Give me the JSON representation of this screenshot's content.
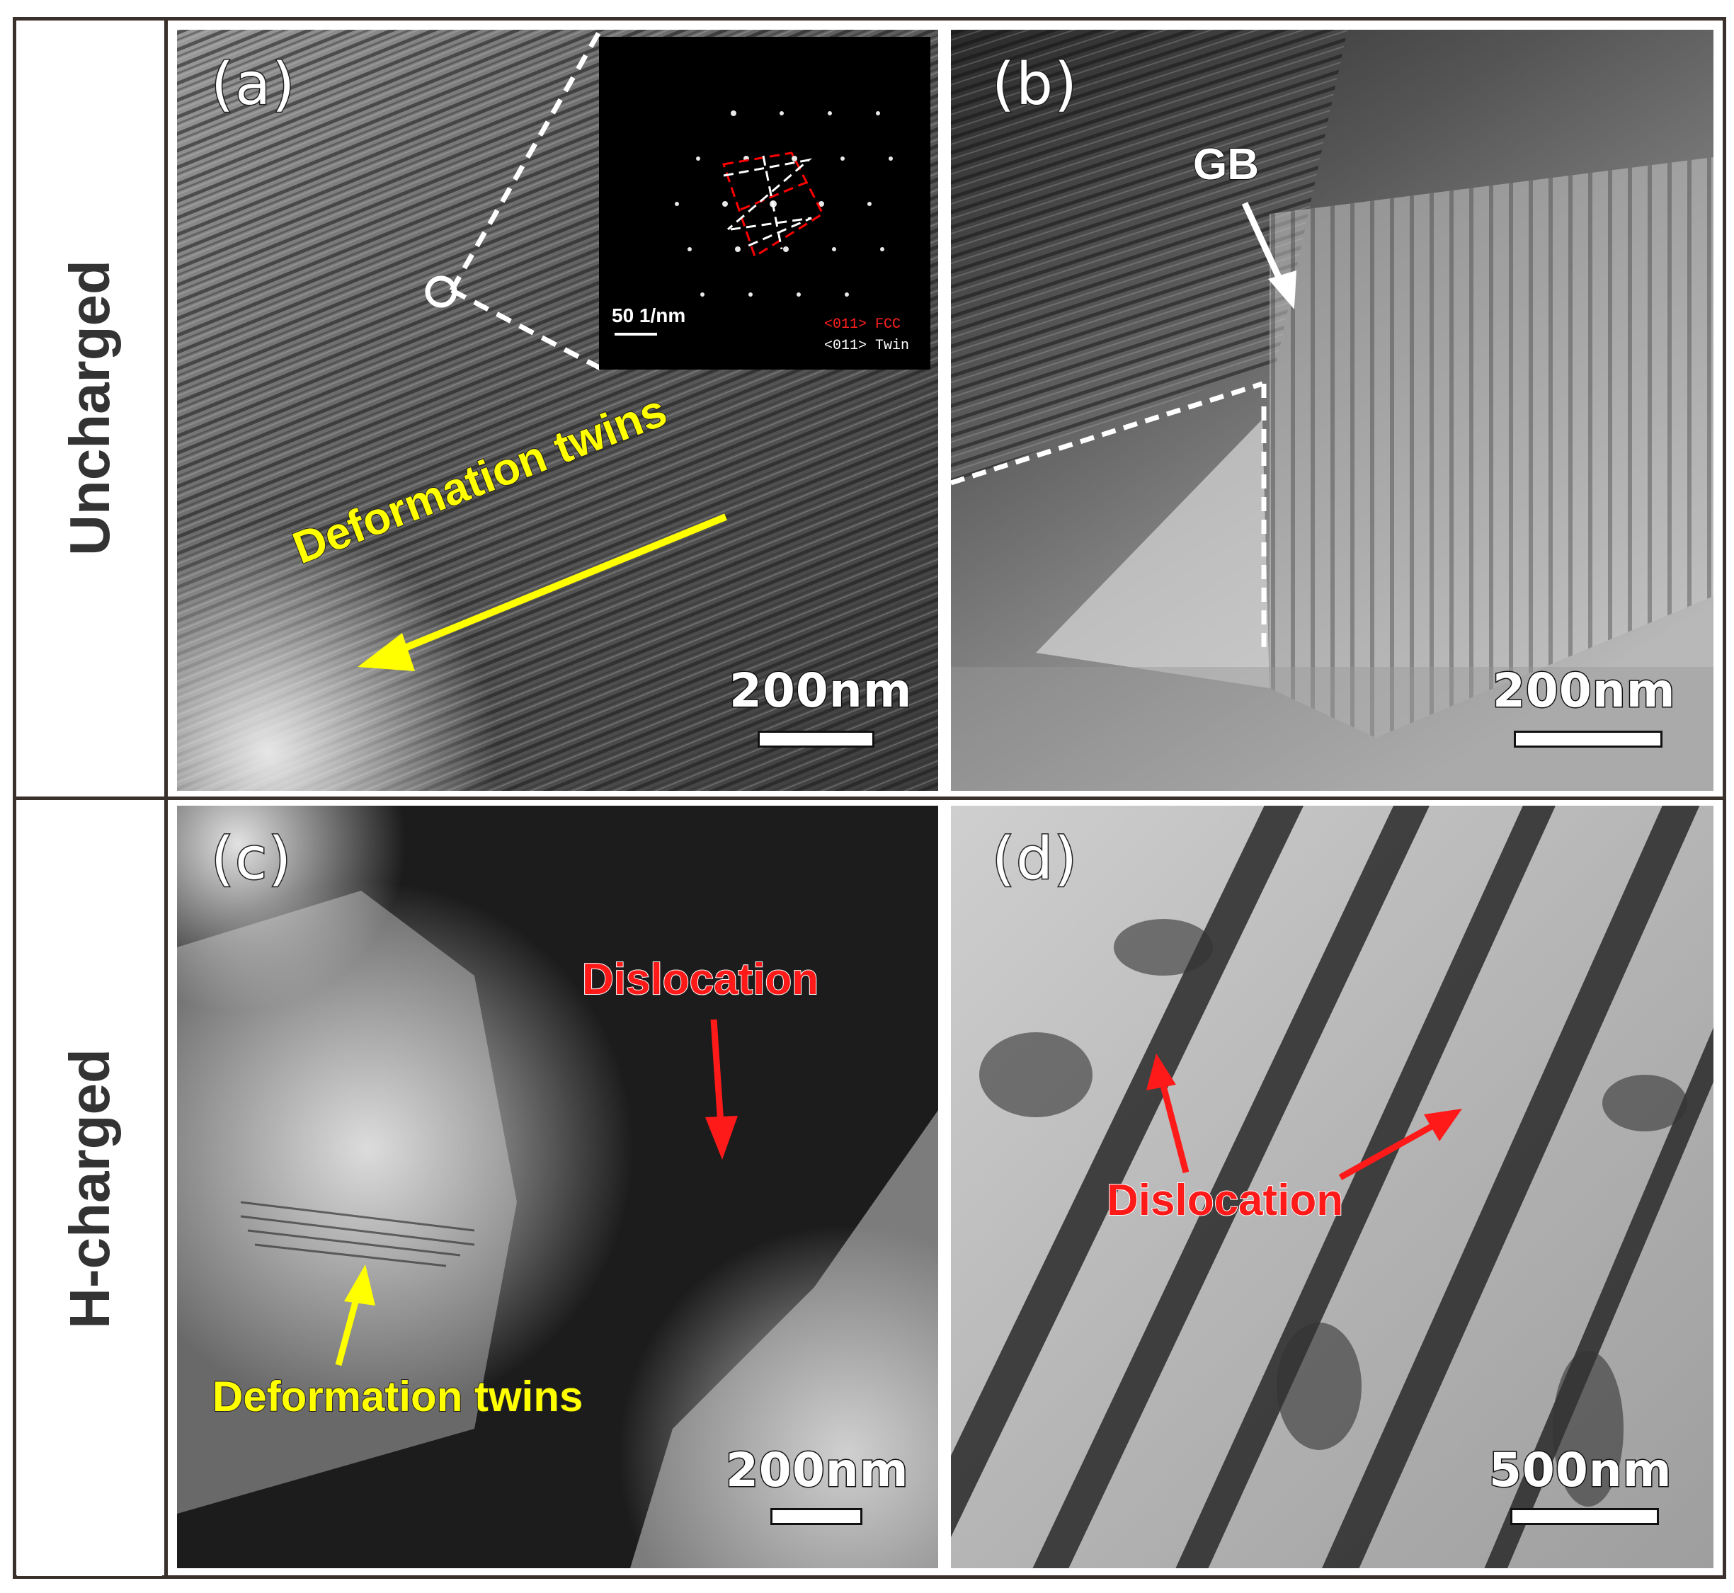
{
  "rows": [
    {
      "label": "Uncharged"
    },
    {
      "label": "H-charged"
    }
  ],
  "panels": {
    "a": {
      "label": "(a)",
      "scale": "200nm",
      "annotation": "Deformation twins",
      "inset": {
        "scale": "50 1/nm",
        "legend_fcc": "<011> FCC",
        "legend_twin": "<011> Twin"
      }
    },
    "b": {
      "label": "(b)",
      "scale": "200nm",
      "annotation": "GB"
    },
    "c": {
      "label": "(c)",
      "scale": "200nm",
      "annotation_red": "Dislocation",
      "annotation_yellow": "Deformation twins"
    },
    "d": {
      "label": "(d)",
      "scale": "500nm",
      "annotation_red": "Dislocation"
    }
  },
  "colors": {
    "frame": "#3a302c",
    "twin_annotation": "#ffff00",
    "dislocation_annotation": "#ff1a1a",
    "fcc_pattern": "#ff0000",
    "twin_pattern": "#ffffff"
  }
}
